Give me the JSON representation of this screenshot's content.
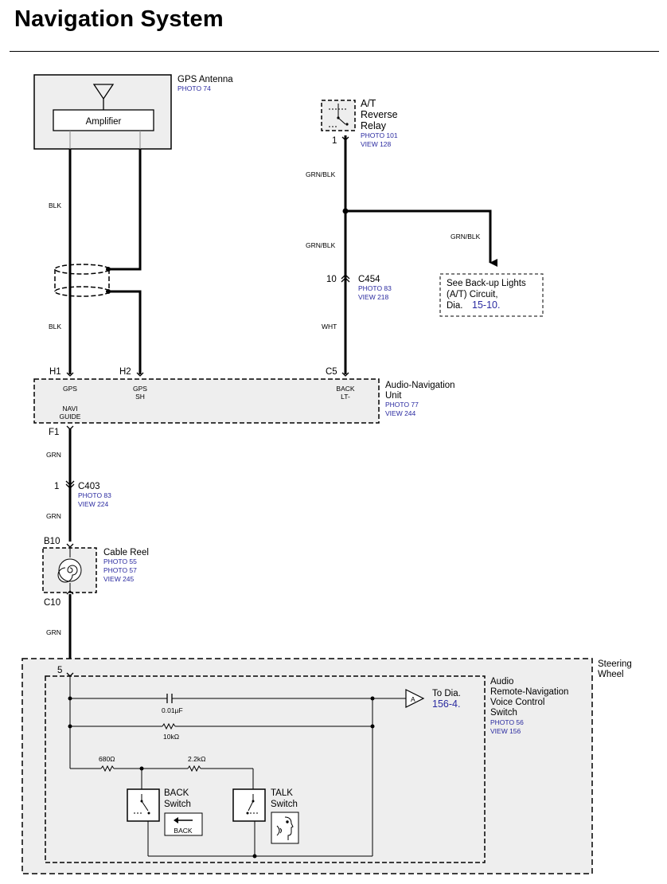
{
  "title": "Navigation System",
  "gps_antenna": {
    "name": "GPS Antenna",
    "photo": "PHOTO 74",
    "amplifier": "Amplifier"
  },
  "wires": {
    "gps_left": "BLK",
    "gps_left_lower": "BLK",
    "relay_out": "GRN/BLK",
    "relay_mid": "GRN/BLK",
    "relay_branch": "GRN/BLK",
    "c454_out": "WHT",
    "f1_out": "GRN",
    "c403_out": "GRN",
    "c10_out": "GRN"
  },
  "relay": {
    "line1": "A/T",
    "line2": "Reverse",
    "line3": "Relay",
    "photo": "PHOTO 101",
    "view": "VIEW 128",
    "pin": "1"
  },
  "c454": {
    "pin": "10",
    "name": "C454",
    "photo": "PHOTO 83",
    "view": "VIEW 218"
  },
  "backup_ref": {
    "line1": "See Back-up Lights",
    "line2": "(A/T) Circuit,",
    "line3": "Dia.",
    "dia": "15-10."
  },
  "nav_unit": {
    "name_line1": "Audio-Navigation",
    "name_line2": "Unit",
    "photo": "PHOTO 77",
    "view": "VIEW 244",
    "h1": "H1",
    "h2": "H2",
    "c5": "C5",
    "f1": "F1",
    "gps": "GPS",
    "gps_sh_1": "GPS",
    "gps_sh_2": "SH",
    "back_1": "BACK",
    "back_2": "LT-",
    "navi_1": "NAVI",
    "navi_2": "GUIDE"
  },
  "c403": {
    "pin": "1",
    "name": "C403",
    "photo": "PHOTO 83",
    "view": "VIEW 224"
  },
  "cable_reel": {
    "name": "Cable Reel",
    "photo1": "PHOTO 55",
    "photo2": "PHOTO 57",
    "view": "VIEW 245",
    "b10": "B10",
    "c10": "C10"
  },
  "steering": {
    "wheel_line1": "Steering",
    "wheel_line2": "Wheel",
    "pin": "5",
    "switch_line1": "Audio",
    "switch_line2": "Remote-Navigation",
    "switch_line3": "Voice Control",
    "switch_line4": "Switch",
    "photo": "PHOTO 56",
    "view": "VIEW 156",
    "cap": "0.01µF",
    "r10k": "10kΩ",
    "r680": "680Ω",
    "r2k2": "2.2kΩ",
    "to_dia": "To Dia.",
    "to_dia_num": "156-4.",
    "connector": "A",
    "back_sw_1": "BACK",
    "back_sw_2": "Switch",
    "back_icon_label": "BACK",
    "talk_sw_1": "TALK",
    "talk_sw_2": "Switch"
  }
}
